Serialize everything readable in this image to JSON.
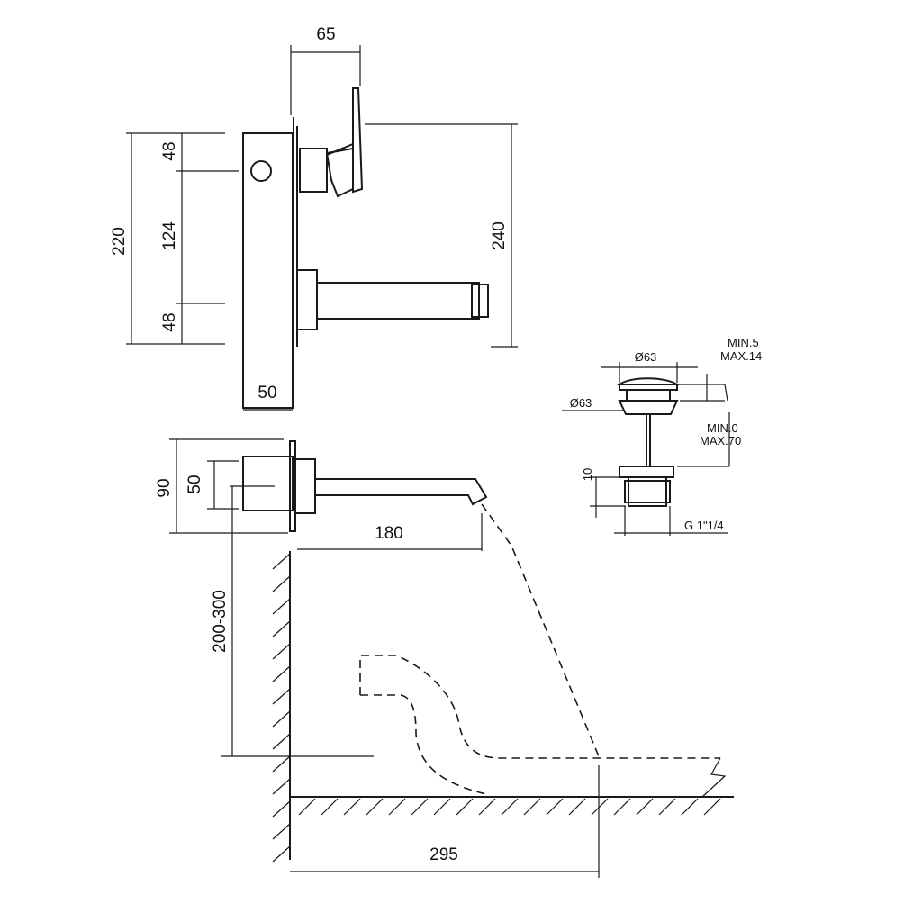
{
  "dimensions": {
    "top_width": "65",
    "plate_upper": "48",
    "plate_middle": "124",
    "plate_lower": "48",
    "plate_total": "220",
    "overall_height": "240",
    "plate_depth": "50",
    "side_height": "90",
    "side_body": "50",
    "spout_reach": "180",
    "mount_height": "200-300",
    "basin_distance": "295"
  },
  "drain": {
    "head_diameter": "Ø63",
    "body_diameter": "Ø63",
    "head_range_min": "MIN.5",
    "head_range_max": "MAX.14",
    "stem_range_min": "MIN.0",
    "stem_range_max": "MAX.70",
    "tail_height": "10",
    "thread": "G 1\"1/4"
  }
}
